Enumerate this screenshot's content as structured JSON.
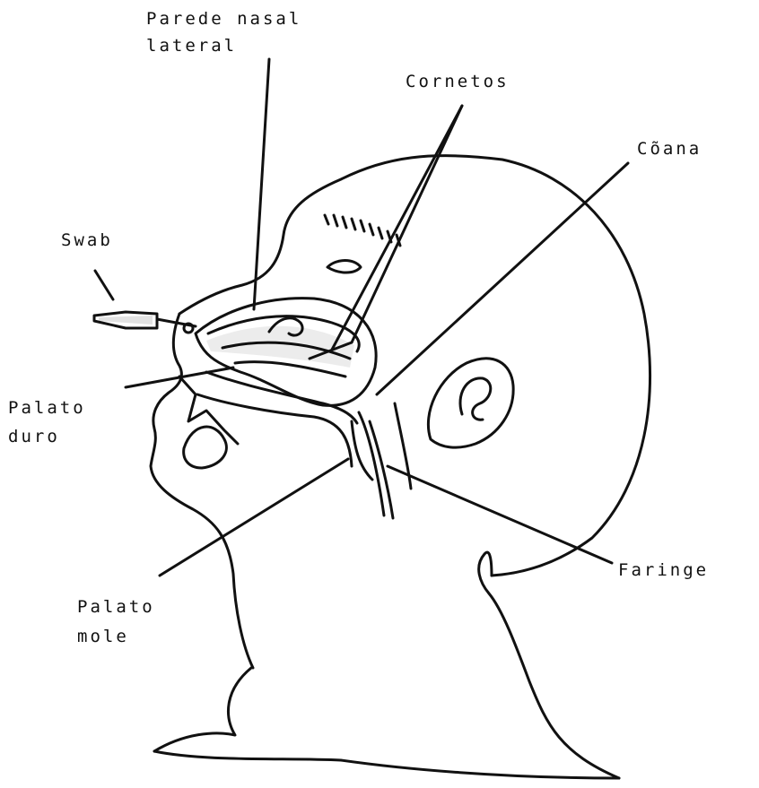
{
  "diagram": {
    "labels": {
      "parede_line1": "Parede nasal",
      "parede_line2": "lateral",
      "cornetos": "Cornetos",
      "coana": "Cõana",
      "swab": "Swab",
      "palato_duro_line1": "Palato",
      "palato_duro_line2": "duro",
      "faringe": "Faringe",
      "palato_mole_line1": "Palato",
      "palato_mole_line2": "mole"
    },
    "colors": {
      "ink": "#111111",
      "paper": "#ffffff",
      "shade": "#bdbdbd"
    }
  }
}
